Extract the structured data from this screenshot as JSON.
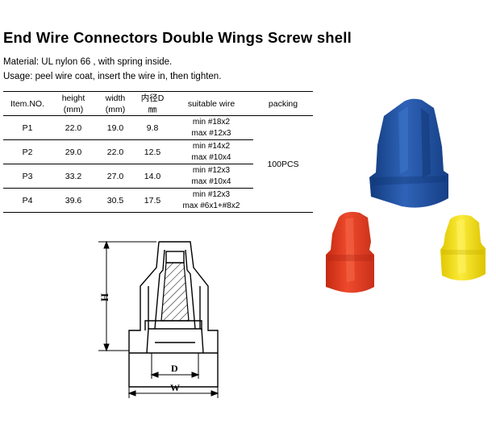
{
  "title": "End Wire Connectors Double Wings Screw shell",
  "material": "Material: UL nylon 66 , with spring inside.",
  "usage": "Usage: peel wire coat, insert the wire in, then tighten.",
  "table": {
    "headers": {
      "item": "Item.NO.",
      "height": [
        "height",
        "(mm)"
      ],
      "width": [
        "width",
        "(mm)"
      ],
      "inner": [
        "内径D",
        "㎜"
      ],
      "wire": "suitable wire",
      "packing": "packing"
    },
    "rows": [
      {
        "item": "P1",
        "height": "22.0",
        "width": "19.0",
        "d": "9.8",
        "wire_min": "min #18x2",
        "wire_max": "max #12x3"
      },
      {
        "item": "P2",
        "height": "29.0",
        "width": "22.0",
        "d": "12.5",
        "wire_min": "min #14x2",
        "wire_max": "max #10x4"
      },
      {
        "item": "P3",
        "height": "33.2",
        "width": "27.0",
        "d": "14.0",
        "wire_min": "min #12x3",
        "wire_max": "max #10x4"
      },
      {
        "item": "P4",
        "height": "39.6",
        "width": "30.5",
        "d": "17.5",
        "wire_min": "min #12x3",
        "wire_max": "max #6x1+#8x2"
      }
    ],
    "packing_value": "100PCS"
  },
  "drawing_labels": {
    "h": "H",
    "d": "D",
    "w": "W"
  },
  "colors": {
    "blue": "#1f4f9e",
    "red": "#e0391f",
    "yellow": "#f2de12"
  }
}
